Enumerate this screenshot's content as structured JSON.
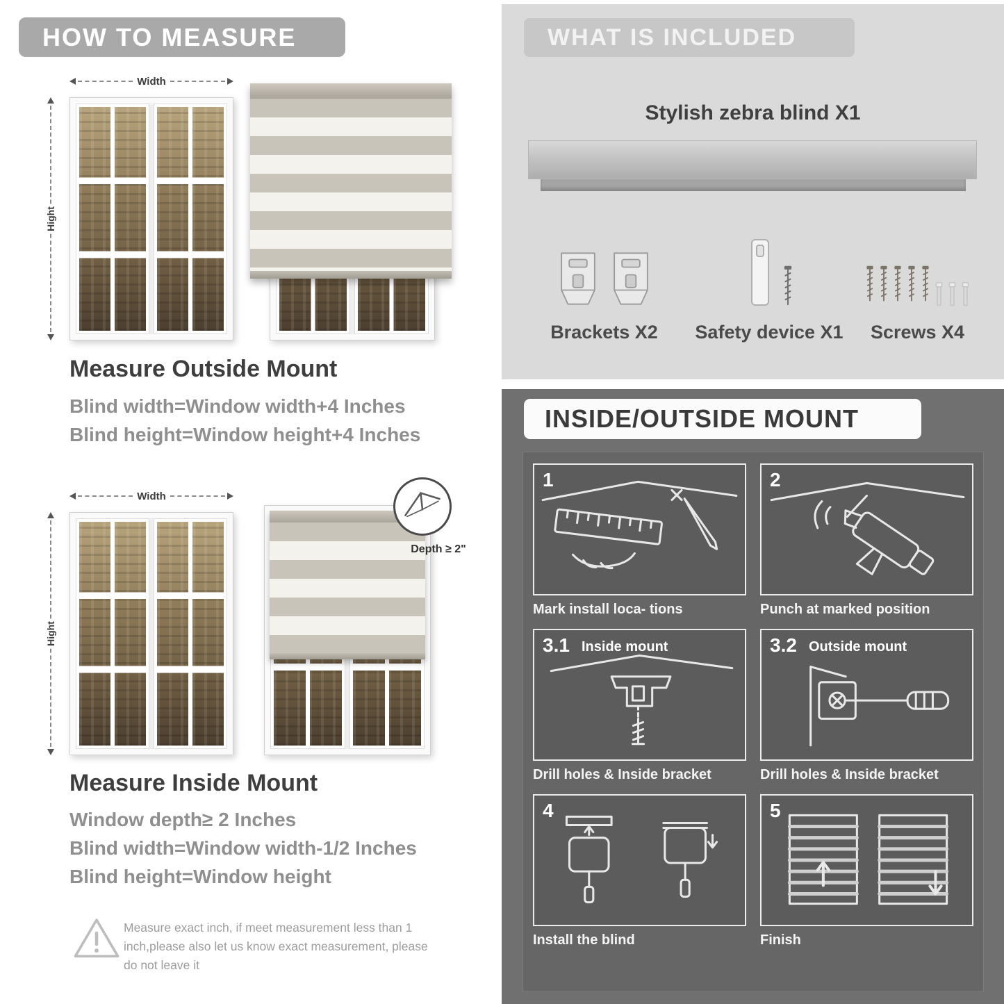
{
  "colors": {
    "banner_gray": "#a9a9a9",
    "included_bg": "#dadada",
    "mount_bg": "#707070",
    "text_dark": "#3e3e3e",
    "text_gray": "#8f8f8f",
    "zebra_stripe": "#c9c4b9",
    "zebra_sheer": "#f4f2ec"
  },
  "left": {
    "banner": "HOW TO MEASURE",
    "outside": {
      "width_label": "Width",
      "height_label": "Hight",
      "title": "Measure Outside Mount",
      "lines": [
        "Blind width=Window width+4 Inches",
        "Blind height=Window height+4 Inches"
      ]
    },
    "inside": {
      "width_label": "Width",
      "height_label": "Hight",
      "depth_label": "Depth ≥ 2\"",
      "title": "Measure Inside Mount",
      "lines": [
        "Window depth≥ 2 Inches",
        "Blind width=Window width-1/2 Inches",
        "Blind height=Window height"
      ]
    },
    "note": {
      "text": "Measure exact inch, if meet measurement less than 1 inch,please also let us know exact measurement, please do not leave it"
    }
  },
  "included": {
    "banner": "WHAT IS INCLUDED",
    "blind_label": "Stylish zebra blind X1",
    "items": [
      {
        "label": "Brackets X2"
      },
      {
        "label": "Safety device X1"
      },
      {
        "label": "Screws X4"
      }
    ]
  },
  "mount": {
    "banner": "INSIDE/OUTSIDE MOUNT",
    "steps": [
      {
        "num": "1",
        "caption": "Mark install loca- tions"
      },
      {
        "num": "2",
        "caption": "Punch at  marked position"
      },
      {
        "num": "3.1",
        "label": "Inside mount",
        "caption": "Drill holes &  Inside bracket"
      },
      {
        "num": "3.2",
        "label": "Outside mount",
        "caption": "Drill holes &  Inside bracket"
      },
      {
        "num": "4",
        "caption": "Install the blind"
      },
      {
        "num": "5",
        "caption": "Finish"
      }
    ]
  }
}
